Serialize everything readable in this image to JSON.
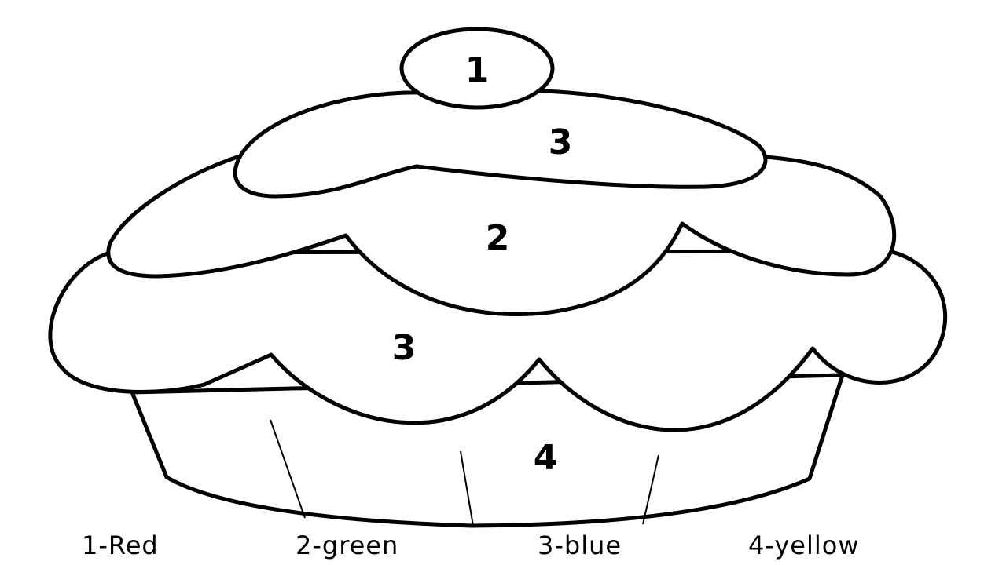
{
  "regions": {
    "cherry": "1",
    "top_frosting": "3",
    "middle_frosting": "2",
    "bottom_frosting": "3",
    "wrapper": "4"
  },
  "legend": [
    {
      "label": "1-Red"
    },
    {
      "label": "2-green"
    },
    {
      "label": "3-blue"
    },
    {
      "label": "4-yellow"
    }
  ]
}
